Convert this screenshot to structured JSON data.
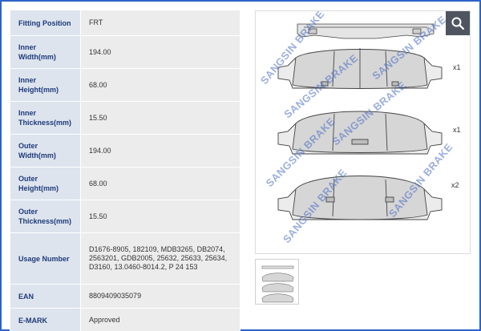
{
  "specs": [
    {
      "label": "Fitting Position",
      "value": "FRT"
    },
    {
      "label": "Inner Width(mm)",
      "value": "194.00"
    },
    {
      "label": "Inner Height(mm)",
      "value": "68.00"
    },
    {
      "label": "Inner Thickness(mm)",
      "value": "15.50"
    },
    {
      "label": "Outer Width(mm)",
      "value": "194.00"
    },
    {
      "label": "Outer Height(mm)",
      "value": "68.00"
    },
    {
      "label": "Outer Thickness(mm)",
      "value": "15.50"
    },
    {
      "label": "Usage Number",
      "value": "D1676-8905, 182109, MDB3265, DB2074, 2563201, GDB2005, 25632, 25633, 25634, D3160, 13.0460-8014.2, P 24 153"
    },
    {
      "label": "EAN",
      "value": "8809409035079"
    },
    {
      "label": "E-MARK",
      "value": "Approved"
    }
  ],
  "image": {
    "watermark": "SANGSIN BRAKE",
    "quantities": [
      "x1",
      "x1",
      "x2"
    ],
    "zoom_icon": "search-icon"
  },
  "colors": {
    "label_bg": "#dde4ee",
    "value_bg": "#ececec",
    "label_text": "#1f3a7a",
    "frame_border": "#2d63c8",
    "watermark": "#4a6ec4"
  }
}
